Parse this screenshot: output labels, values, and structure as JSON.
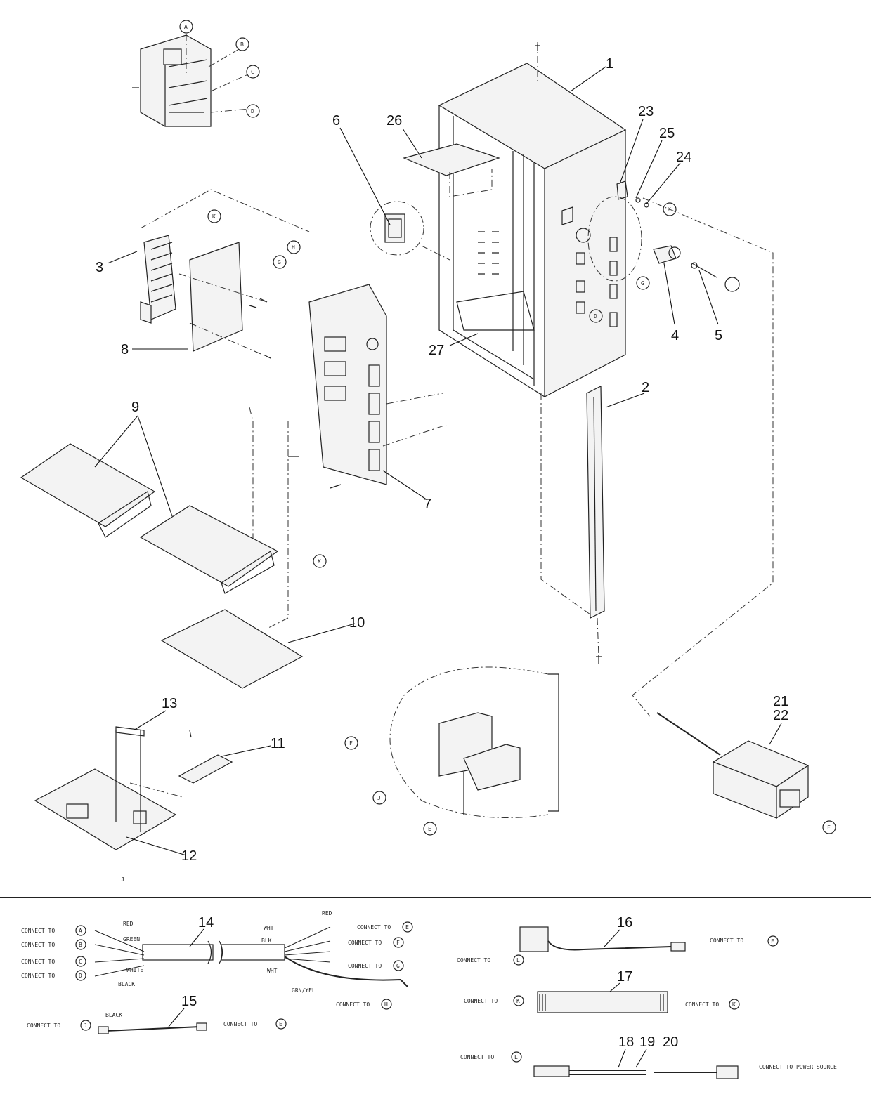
{
  "callouts": {
    "c1": "1",
    "c2": "2",
    "c3": "3",
    "c4": "4",
    "c5": "5",
    "c6": "6",
    "c7": "7",
    "c8": "8",
    "c9": "9",
    "c10": "10",
    "c11": "11",
    "c12": "12",
    "c13": "13",
    "c14": "14",
    "c15": "15",
    "c16": "16",
    "c17": "17",
    "c18": "18",
    "c19": "19",
    "c20": "20",
    "c21": "21",
    "c22": "22",
    "c23": "23",
    "c24": "24",
    "c25": "25",
    "c26": "26",
    "c27": "27"
  },
  "mark_j": "J",
  "wires": {
    "w14": {
      "connect_1": "CONNECT TO",
      "connect_2": "CONNECT TO",
      "connect_3": "CONNECT TO",
      "connect_4": "CONNECT TO",
      "red": "RED",
      "green": "GREEN",
      "white": "WHITE",
      "black": "BLACK",
      "right_connect_1": "CONNECT TO",
      "right_connect_2": "CONNECT TO",
      "right_connect_3": "CONNECT TO",
      "right_connect_4": "CONNECT TO",
      "right_red": "RED",
      "right_wht": "WHT",
      "right_blk": "BLK",
      "right_wh": "WHT",
      "right_grn": "GRN/YEL"
    },
    "w15": {
      "connect_left": "CONNECT TO",
      "black": "BLACK",
      "connect_right": "CONNECT TO"
    },
    "w16": {
      "connect_left": "CONNECT TO",
      "connect_right": "CONNECT TO"
    },
    "w17": {
      "connect_left": "CONNECT TO",
      "connect_right": "CONNECT TO"
    },
    "w18": {
      "connect_left": "CONNECT TO",
      "connect_right": "CONNECT TO POWER SOURCE"
    }
  },
  "circle_letters": {
    "top_a": "A",
    "top_b": "B",
    "top_c": "C",
    "top_d": "D",
    "board8": "K",
    "board7_left": "G",
    "board7_right": "H",
    "side_k": "K",
    "side_g": "G",
    "side_d": "D",
    "board10": "K",
    "detail_f": "F",
    "detail_j": "J",
    "detail_e": "E",
    "adapter_f": "F",
    "w14_a": "A",
    "w14_b": "B",
    "w14_c": "C",
    "w14_d": "D",
    "w14_e": "E",
    "w14_f": "F",
    "w14_g": "G",
    "w14_h": "H",
    "w15_j": "J",
    "w15_e": "E",
    "w16_l": "L",
    "w16_r": "F",
    "w17_l": "K",
    "w17_r": "K",
    "w18_l": "L"
  }
}
